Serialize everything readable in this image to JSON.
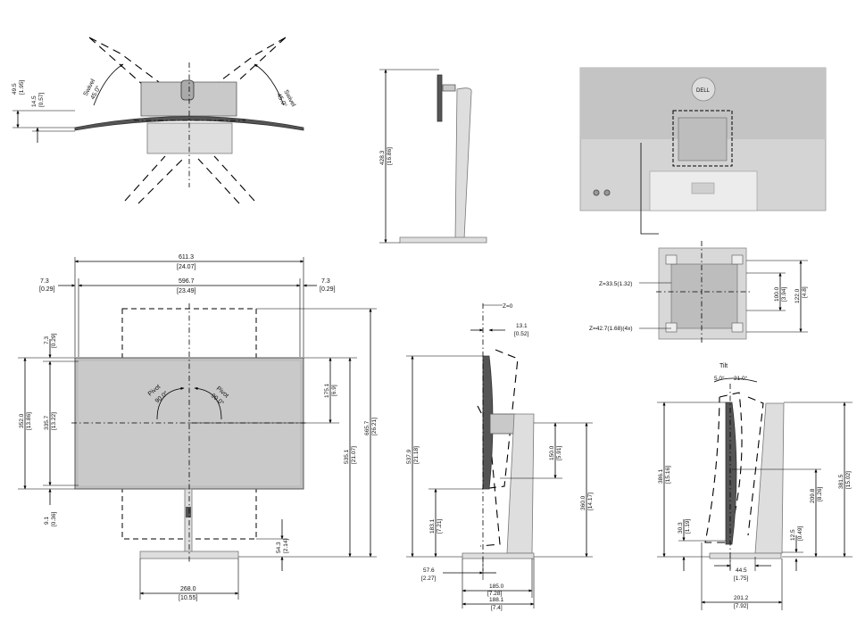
{
  "top_view": {
    "swivel_left": "Swivel",
    "swivel_left_val": "45.0°",
    "swivel_right": "Swivel",
    "swivel_right_val": "45.0°",
    "d1": "49.5",
    "d1b": "[1.95]",
    "d2": "14.5",
    "d2b": "[0.57]"
  },
  "side_small": {
    "height": "428.3",
    "height_b": "[16.86]"
  },
  "back_view": {
    "brand": "DELL",
    "z1": "Z=33.5(1.32)",
    "z2": "Z=42.7(1.68)(4x)",
    "d100": "100.0",
    "d100b": "[3.94]",
    "d122": "122.0",
    "d122b": "[4.8]"
  },
  "front_view": {
    "w_total": "611.3",
    "w_total_b": "[24.07]",
    "w_screen": "596.7",
    "w_screen_b": "[23.49]",
    "bez_l": "7.3",
    "bez_l_b": "[0.29]",
    "bez_r": "7.3",
    "bez_r_b": "[0.29]",
    "bez_t": "7.3",
    "bez_t_b": "[0.29]",
    "h_total": "352.0",
    "h_total_b": "[13.86]",
    "h_screen": "335.7",
    "h_screen_b": "[13.22]",
    "bez_b": "9.1",
    "bez_b_b": "[0.36]",
    "pivot_l": "Pivot",
    "pivot_l_val": "90.0°",
    "pivot_r": "Pivot",
    "pivot_r_val": "90.0°",
    "d175": "175.1",
    "d175b": "[6.9]",
    "d535": "535.1",
    "d535b": "[21.07]",
    "d665": "665.7",
    "d665b": "[26.21]",
    "d54": "54.3",
    "d54b": "[2.14]",
    "base_w": "268.0",
    "base_w_b": "[10.55]"
  },
  "side_height": {
    "z0": "Z=0",
    "d13": "13.1",
    "d13b": "[0.52]",
    "d537": "537.9",
    "d537b": "[21.18]",
    "d150": "150.0",
    "d150b": "[5.91]",
    "d360": "360.0",
    "d360b": "[14.17]",
    "d183": "183.1",
    "d183b": "[7.21]",
    "d57": "57.6",
    "d57b": "[2.27]",
    "d185": "185.0",
    "d185b": "[7.28]",
    "d188": "188.1",
    "d188b": "[7.4]"
  },
  "side_tilt": {
    "tilt": "Tilt",
    "t5": "5.0°",
    "t21": "21.0°",
    "d386": "386.1",
    "d386b": "[15.16]",
    "d381": "381.5",
    "d381b": "[15.02]",
    "d209": "209.8",
    "d209b": "[8.26]",
    "d30": "30.3",
    "d30b": "[1.19]",
    "d12": "12.5",
    "d12b": "[0.49]",
    "d44": "44.5",
    "d44b": "[1.75]",
    "d201": "201.2",
    "d201b": "[7.92]"
  }
}
